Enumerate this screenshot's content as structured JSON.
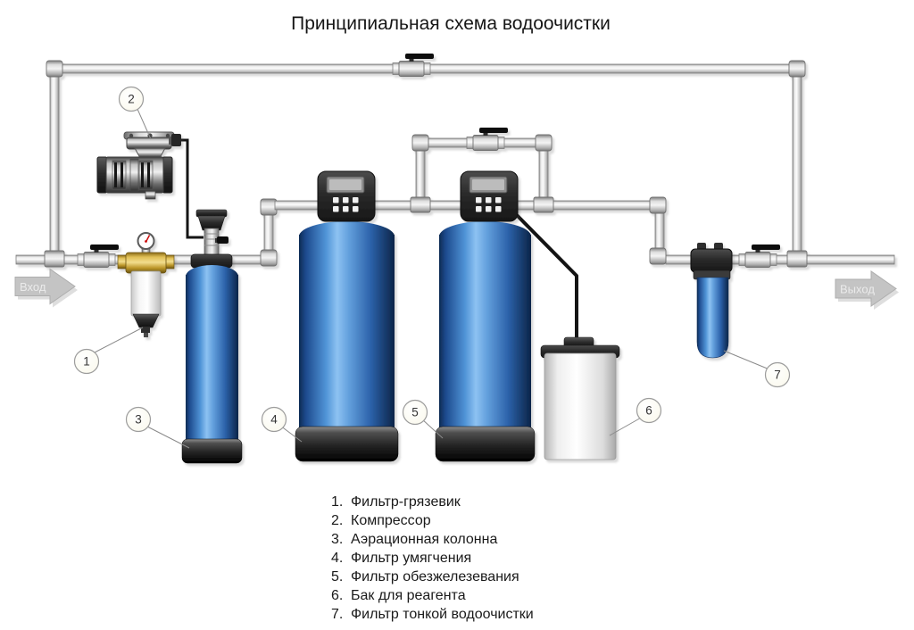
{
  "title": "Принципиальная схема водоочистки",
  "flow": {
    "inlet_label": "Вход",
    "outlet_label": "Выход"
  },
  "callouts": [
    "1",
    "2",
    "3",
    "4",
    "5",
    "6",
    "7"
  ],
  "legend": {
    "items": [
      {
        "n": "1.",
        "label": "Фильтр-грязевик"
      },
      {
        "n": "2.",
        "label": "Компрессор"
      },
      {
        "n": "3.",
        "label": "Аэрационная колонна"
      },
      {
        "n": "4.",
        "label": "Фильтр умягчения"
      },
      {
        "n": "5.",
        "label": "Фильтр обезжелезевания"
      },
      {
        "n": "6.",
        "label": "Бак для реагента"
      },
      {
        "n": "7.",
        "label": "Фильтр тонкой водоочистки"
      }
    ]
  },
  "colors": {
    "pipe_gray": "#d8d8d8",
    "tank_blue": "#4a8ed2",
    "equipment_dark": "#2b2b2b",
    "hose_black": "#141414",
    "arrow_gray": "#c4c4c4"
  }
}
